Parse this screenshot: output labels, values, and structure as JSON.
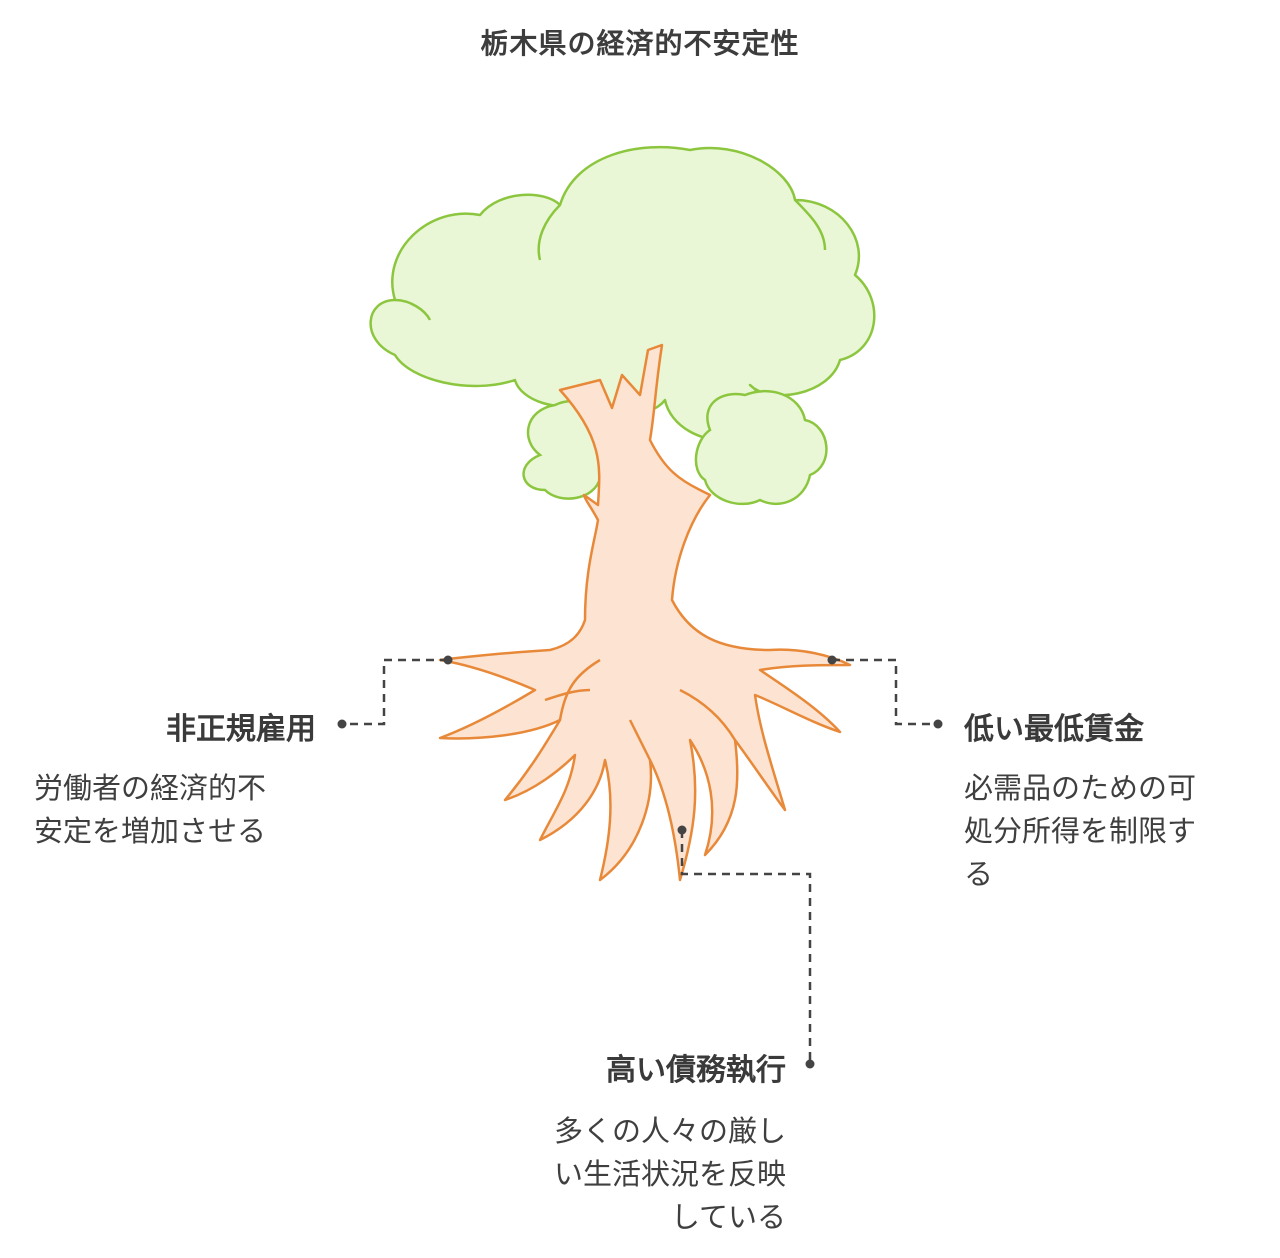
{
  "title": "栃木県の経済的不安定性",
  "colors": {
    "canopy_fill": "#e9f7d6",
    "canopy_stroke": "#8cc63f",
    "trunk_fill": "#fde4d2",
    "trunk_stroke": "#e8893a",
    "connector": "#444444"
  },
  "items": [
    {
      "label": "非正規雇用",
      "desc_lines": [
        "労働者の経済的不",
        "安定を増加させる"
      ]
    },
    {
      "label": "低い最低賃金",
      "desc_lines": [
        "必需品のための可",
        "処分所得を制限す",
        "る"
      ]
    },
    {
      "label": "高い債務執行",
      "desc_lines": [
        "多くの人々の厳し",
        "い生活状況を反映",
        "している"
      ]
    }
  ]
}
